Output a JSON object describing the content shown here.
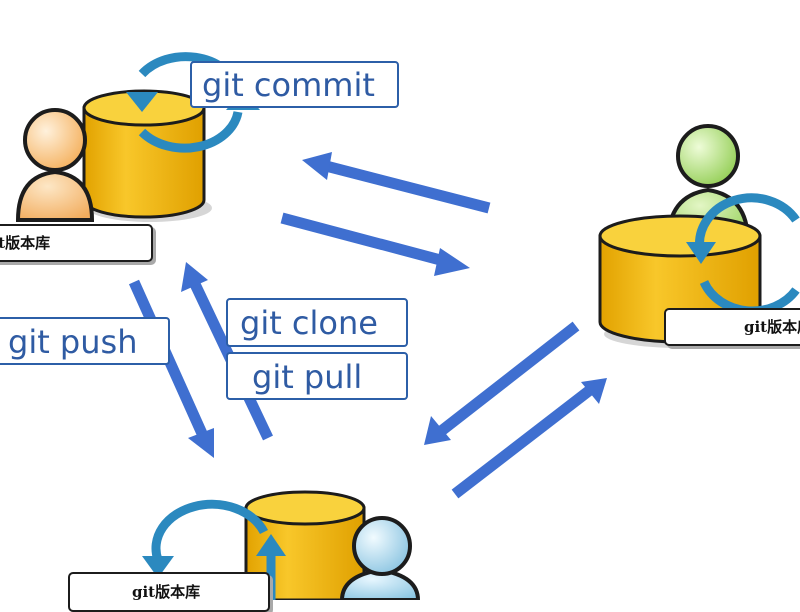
{
  "repositories": {
    "local_label": "git版本库",
    "remote_label": "git版本库",
    "bottom_label": "git版本库"
  },
  "commands": {
    "commit": "git commit",
    "push": "git push",
    "clone": "git clone",
    "pull": "git pull"
  },
  "colors": {
    "database_fill": "#f7c418",
    "arrow_blue": "#3f6fd0",
    "cycle_blue": "#2b89bf",
    "person_orange": "#f6b96a",
    "person_green": "#a7d86a",
    "person_blue": "#9ed0e8"
  }
}
